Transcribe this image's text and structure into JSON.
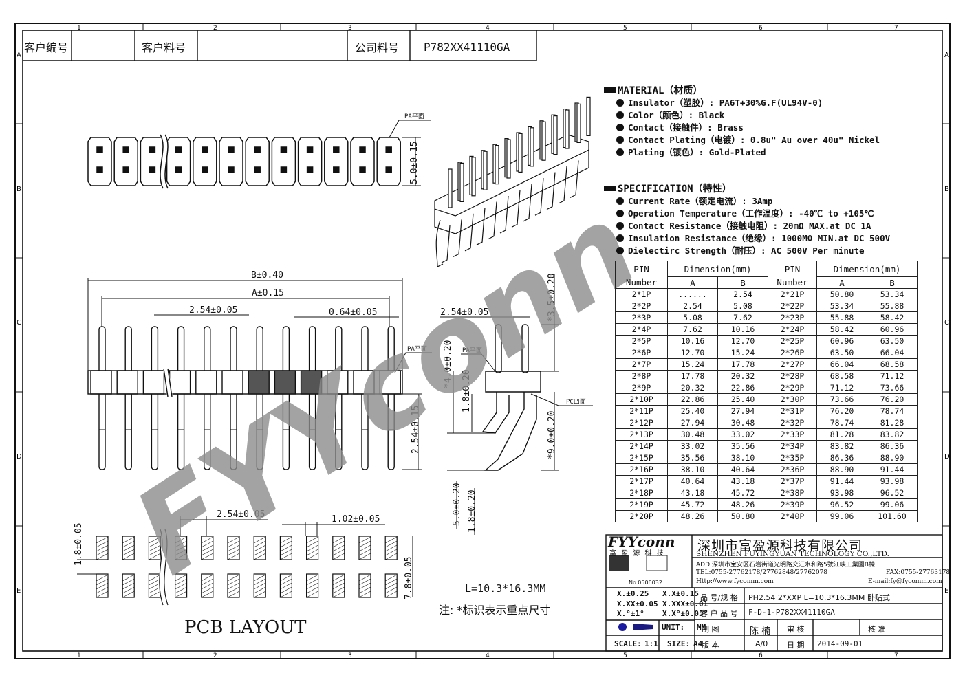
{
  "header": {
    "customer_no_label": "客户编号",
    "customer_part_label": "客户料号",
    "company_part_label": "公司料号",
    "company_part_value": "P782XX41110GA"
  },
  "border": {
    "cols": [
      "1",
      "2",
      "3",
      "4",
      "5",
      "6",
      "7"
    ],
    "rows": [
      "A",
      "B",
      "C",
      "D",
      "E"
    ]
  },
  "material": {
    "title": "MATERIAL（材质）",
    "items": [
      "Insulator（塑胶）: PA6T+30%G.F(UL94V-0)",
      "Color（颜色）: Black",
      "Contact（接触件）: Brass",
      "Contact Plating（电镀）: 0.8u\" Au  over 40u\" Nickel",
      "Plating（镀色）: Gold-Plated"
    ]
  },
  "specification": {
    "title": "SPECIFICATION（特性）",
    "items": [
      "Current Rate（额定电流）:  3Amp",
      "Operation Temperature（工作温度）: -40℃ to +105℃",
      "Contact Resistance（接触电阻）: 20mΩ  MAX.at DC 1A",
      "Insulation Resistance（绝缘）: 1000MΩ  MIN.at DC 500V",
      "Dielectirc Strength（耐压）: AC 500V Per minute"
    ]
  },
  "dim_table": {
    "pin_header": "PIN",
    "number_header": "Number",
    "dimension_header": "Dimension(mm)",
    "col_a": "A",
    "col_b": "B",
    "rows_left": [
      [
        "2*1P",
        "......",
        "2.54"
      ],
      [
        "2*2P",
        "2.54",
        "5.08"
      ],
      [
        "2*3P",
        "5.08",
        "7.62"
      ],
      [
        "2*4P",
        "7.62",
        "10.16"
      ],
      [
        "2*5P",
        "10.16",
        "12.70"
      ],
      [
        "2*6P",
        "12.70",
        "15.24"
      ],
      [
        "2*7P",
        "15.24",
        "17.78"
      ],
      [
        "2*8P",
        "17.78",
        "20.32"
      ],
      [
        "2*9P",
        "20.32",
        "22.86"
      ],
      [
        "2*10P",
        "22.86",
        "25.40"
      ],
      [
        "2*11P",
        "25.40",
        "27.94"
      ],
      [
        "2*12P",
        "27.94",
        "30.48"
      ],
      [
        "2*13P",
        "30.48",
        "33.02"
      ],
      [
        "2*14P",
        "33.02",
        "35.56"
      ],
      [
        "2*15P",
        "35.56",
        "38.10"
      ],
      [
        "2*16P",
        "38.10",
        "40.64"
      ],
      [
        "2*17P",
        "40.64",
        "43.18"
      ],
      [
        "2*18P",
        "43.18",
        "45.72"
      ],
      [
        "2*19P",
        "45.72",
        "48.26"
      ],
      [
        "2*20P",
        "48.26",
        "50.80"
      ]
    ],
    "rows_right": [
      [
        "2*21P",
        "50.80",
        "53.34"
      ],
      [
        "2*22P",
        "53.34",
        "55.88"
      ],
      [
        "2*23P",
        "55.88",
        "58.42"
      ],
      [
        "2*24P",
        "58.42",
        "60.96"
      ],
      [
        "2*25P",
        "60.96",
        "63.50"
      ],
      [
        "2*26P",
        "63.50",
        "66.04"
      ],
      [
        "2*27P",
        "66.04",
        "68.58"
      ],
      [
        "2*28P",
        "68.58",
        "71.12"
      ],
      [
        "2*29P",
        "71.12",
        "73.66"
      ],
      [
        "2*30P",
        "73.66",
        "76.20"
      ],
      [
        "2*31P",
        "76.20",
        "78.74"
      ],
      [
        "2*32P",
        "78.74",
        "81.28"
      ],
      [
        "2*33P",
        "81.28",
        "83.82"
      ],
      [
        "2*34P",
        "83.82",
        "86.36"
      ],
      [
        "2*35P",
        "86.36",
        "88.90"
      ],
      [
        "2*36P",
        "88.90",
        "91.44"
      ],
      [
        "2*37P",
        "91.44",
        "93.98"
      ],
      [
        "2*38P",
        "93.98",
        "96.52"
      ],
      [
        "2*39P",
        "96.52",
        "99.06"
      ],
      [
        "2*40P",
        "99.06",
        "101.60"
      ]
    ]
  },
  "drawing": {
    "pa_plane": "PA平面",
    "pc_concave": "PC凹面",
    "b_tol": "B±0.40",
    "a_tol": "A±0.15",
    "pitch": "2.54±0.05",
    "pin_width": "0.64±0.05",
    "pin_len": "2.54±0.15",
    "height_top": "5.0±0.15",
    "side_pitch": "2.54±0.05",
    "side_35": "*3.5±0.20",
    "side_40": "*4.0±0.20",
    "side_18": "1.8±0.20",
    "side_90": "*9.0±0.20",
    "side_50": "5.0±0.20",
    "side_18b": "1.8±0.20",
    "pcb_pitch": "2.54±0.05",
    "pcb_pad_w": "1.02±0.05",
    "pcb_18": "1.8±0.05",
    "pcb_78": "7.8±0.05",
    "pcb_title": "PCB LAYOUT",
    "l_dim": "L=10.3*16.3MM",
    "note": "注: *标识表示重点尺寸",
    "watermark": "FYYconn"
  },
  "title_block": {
    "logo": "FYYconn",
    "logo_sub": "富 盈 源 科 技",
    "company_cn": "深圳市富盈源科技有限公司",
    "company_en": "SHENZHEN FUYINGYUAN TECHNOLOGY CO.,LTD.",
    "addr": "ADD:深圳市宝安区石岩街道光明路交汇水和路5號江峡工業園B棟",
    "tel": "TEL:0755-27762178/27762848/27762078",
    "fax": "FAX:0755-27763178",
    "http": "Http://www.fycomm.com",
    "email": "E-mail:fy@fycomm.com",
    "cert_no": "No.0506032",
    "tol1a": "X.±0.25",
    "tol1b": "X.X±0.15",
    "tol2a": "X.XX±0.05",
    "tol2b": "X.XXX±0.01",
    "tol3a": "X.°±1°",
    "tol3b": "X.X°±0.05°",
    "unit_label": "UNIT:",
    "unit_value": "MM",
    "scale_label": "SCALE:",
    "scale_value": "1:1",
    "size_label": "SIZE:",
    "size_value": "A4",
    "name_label": "品 号/规 格",
    "name_value": "PH2.54 2*XXP L=10.3*16.3MM 卧贴式",
    "cust_label": "客 户 品 号",
    "cust_value": "F-D-1-P782XX41110GA",
    "draw_label": "制 图",
    "draw_value": "陈 楠",
    "check_label": "审 核",
    "check_value": "",
    "approve_label": "核 准",
    "approve_value": "",
    "ver_label": "版 本",
    "ver_value": "A/0",
    "date_label": "日 期",
    "date_value": "2014-09-01"
  },
  "colors": {
    "line": "#111111",
    "watermark": "#8c8c8c",
    "shade": "#555555"
  }
}
